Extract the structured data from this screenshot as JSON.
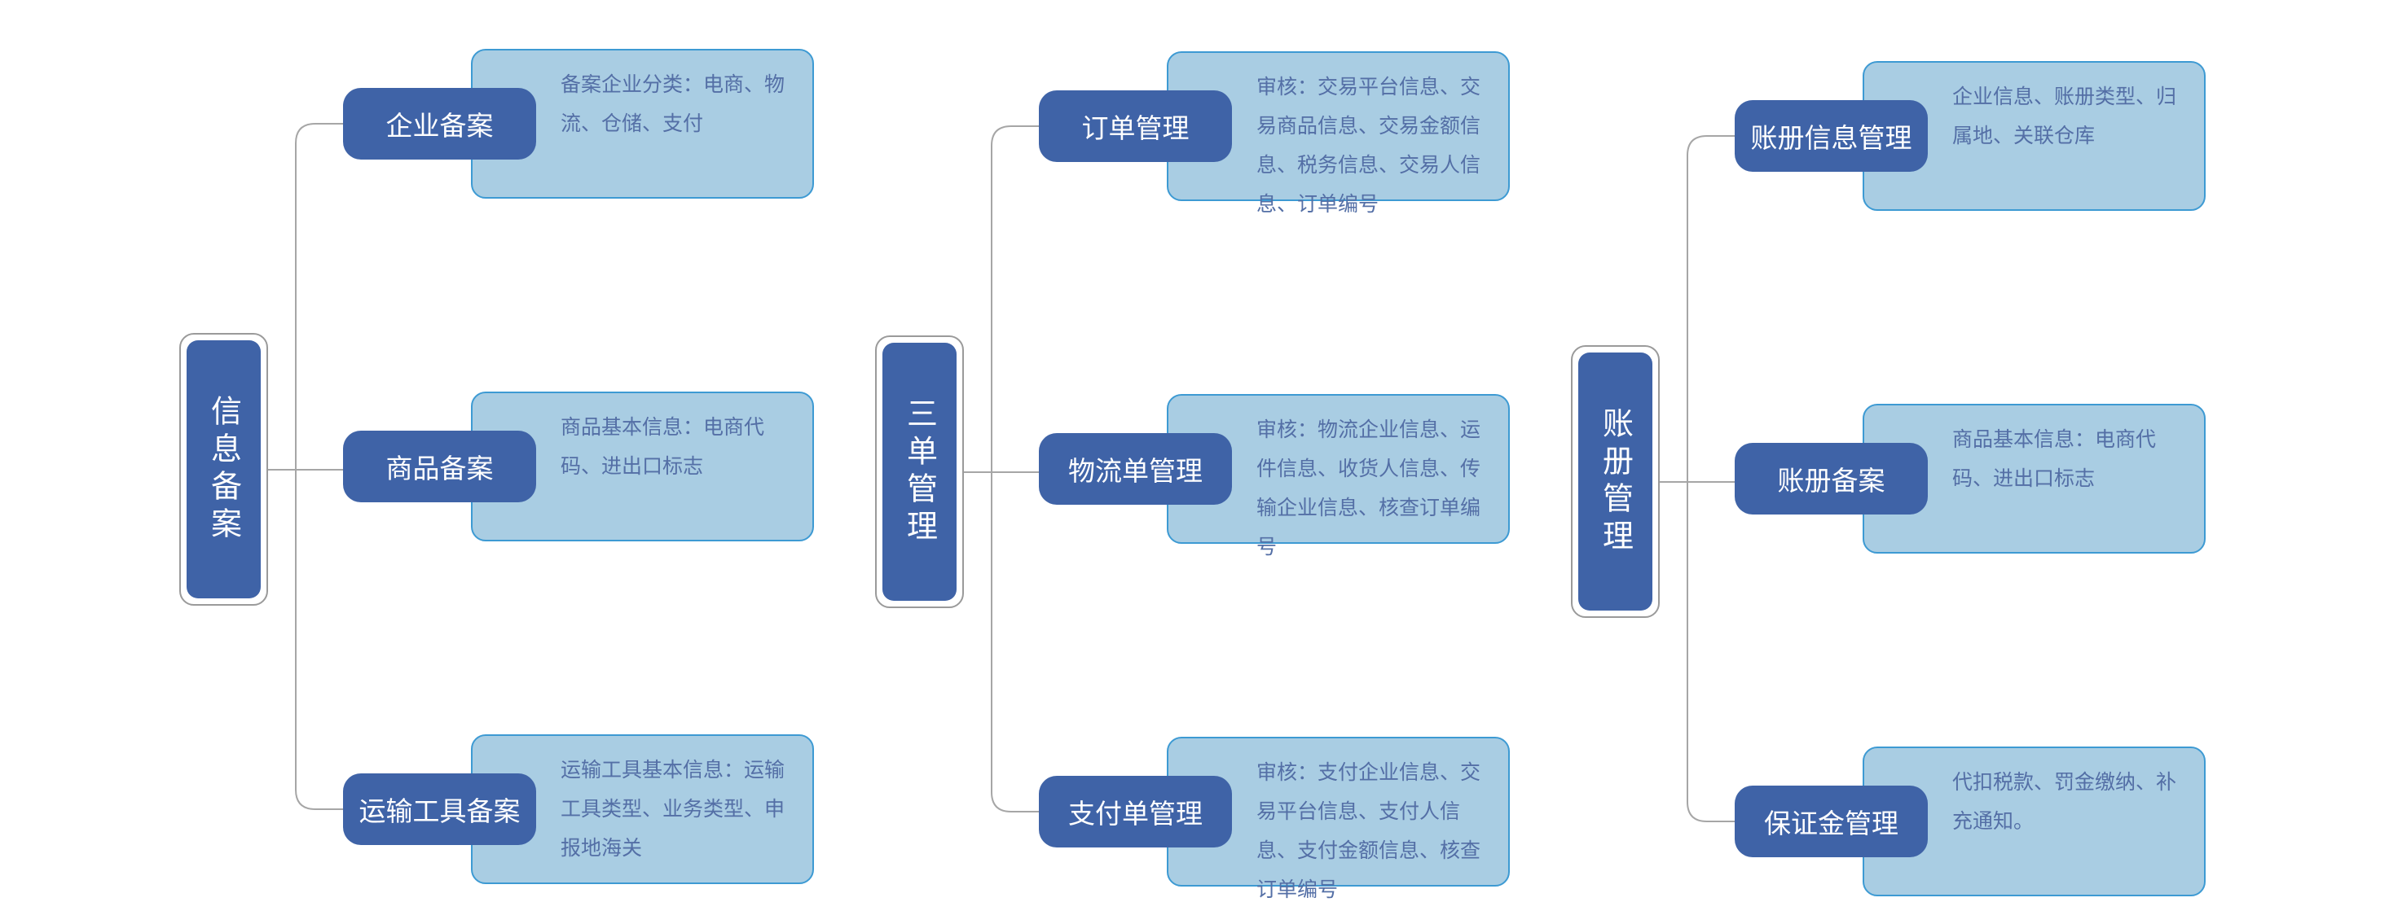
{
  "groups": [
    {
      "title": "信息备案",
      "children": [
        {
          "label": "企业备案",
          "desc": "备案企业分类：电商、物流、仓储、支付"
        },
        {
          "label": "商品备案",
          "desc": "商品基本信息：电商代码、进出口标志"
        },
        {
          "label": "运输工具备案",
          "desc": "运输工具基本信息：运输工具类型、业务类型、申报地海关"
        }
      ]
    },
    {
      "title": "三单管理",
      "children": [
        {
          "label": "订单管理",
          "desc": "审核：交易平台信息、交易商品信息、交易金额信息、税务信息、交易人信息、订单编号"
        },
        {
          "label": "物流单管理",
          "desc": "审核：物流企业信息、运件信息、收货人信息、传输企业信息、核查订单编号"
        },
        {
          "label": "支付单管理",
          "desc": "审核：支付企业信息、交易平台信息、支付人信息、支付金额信息、核查订单编号"
        }
      ]
    },
    {
      "title": "账册管理",
      "children": [
        {
          "label": "账册信息管理",
          "desc": "企业信息、账册类型、归属地、关联仓库"
        },
        {
          "label": "账册备案",
          "desc": "商品基本信息：电商代码、进出口标志"
        },
        {
          "label": "保证金管理",
          "desc": "代扣税款、罚金缴纳、补充通知。"
        }
      ]
    }
  ],
  "colors": {
    "node_fill": "#3f63a7",
    "desc_fill": "#a9cde3",
    "desc_border": "#3d9ad3",
    "desc_text": "#546fa6",
    "connector": "#a6a6a6"
  }
}
